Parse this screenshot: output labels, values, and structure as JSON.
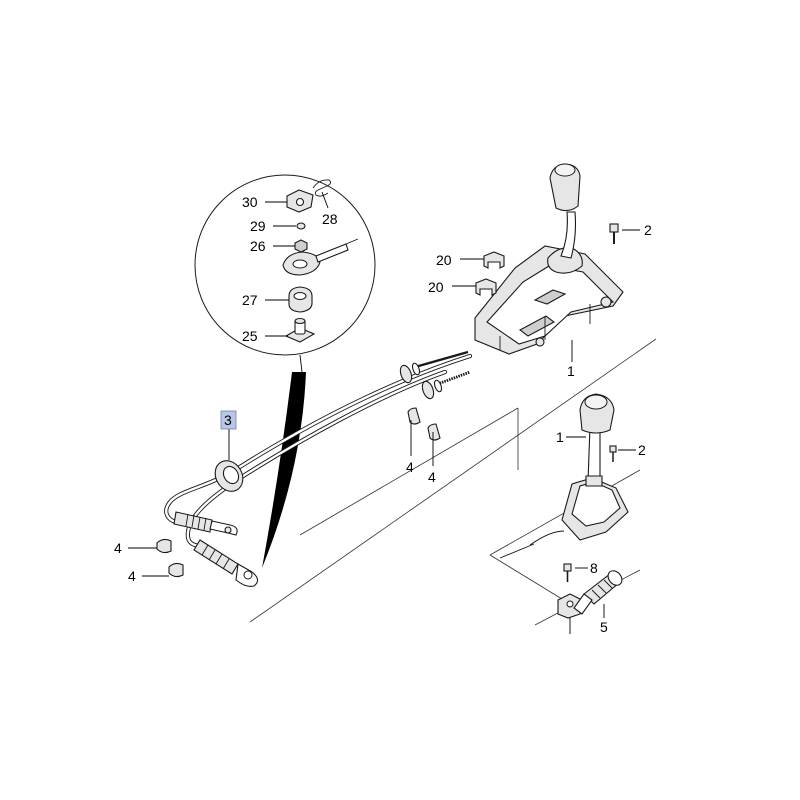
{
  "diagram": {
    "callouts": [
      {
        "id": "c30",
        "text": "30"
      },
      {
        "id": "c28",
        "text": "28"
      },
      {
        "id": "c29",
        "text": "29"
      },
      {
        "id": "c26",
        "text": "26"
      },
      {
        "id": "c27",
        "text": "27"
      },
      {
        "id": "c25",
        "text": "25"
      },
      {
        "id": "c2a",
        "text": "2"
      },
      {
        "id": "c20a",
        "text": "20"
      },
      {
        "id": "c20b",
        "text": "20"
      },
      {
        "id": "c1a",
        "text": "1"
      },
      {
        "id": "c3",
        "text": "3"
      },
      {
        "id": "c4a",
        "text": "4"
      },
      {
        "id": "c4b",
        "text": "4"
      },
      {
        "id": "c4c",
        "text": "4"
      },
      {
        "id": "c4d",
        "text": "4"
      },
      {
        "id": "c1b",
        "text": "1"
      },
      {
        "id": "c2b",
        "text": "2"
      },
      {
        "id": "c8",
        "text": "8"
      },
      {
        "id": "c5",
        "text": "5"
      }
    ],
    "highlight_color": "#b9c7e6"
  }
}
